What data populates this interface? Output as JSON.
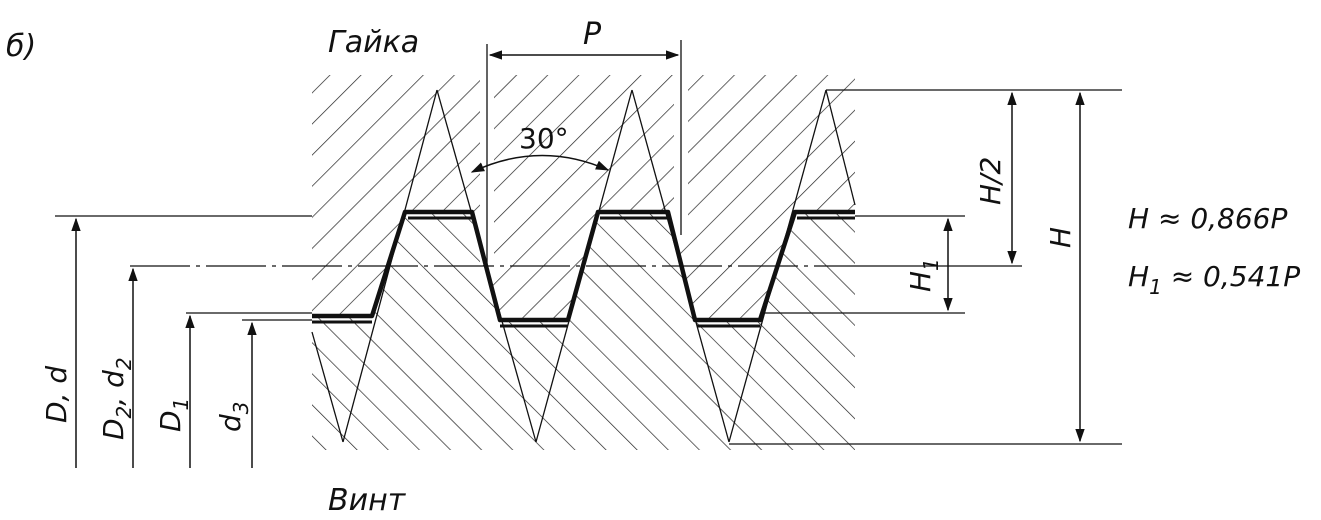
{
  "figure_label": "б)",
  "nut_label": "Гайка",
  "bolt_label": "Винт",
  "pitch_label": "P",
  "angle_label": "30°",
  "dim_half_height": "H/2",
  "dim_height": "H",
  "dim_h1": {
    "main": "H",
    "sub": "1"
  },
  "diameters": [
    {
      "main": "D, d",
      "parts": []
    },
    {
      "main": "D",
      "sub": "2",
      "rest": ", d",
      "sub2": "2"
    },
    {
      "main": "D",
      "sub": "1"
    },
    {
      "main": "d",
      "sub": "3"
    }
  ],
  "formula_h": "H ≈ 0,866P",
  "formula_h1": {
    "pre": "H",
    "sub": "1",
    "post": " ≈ 0,541P"
  },
  "colors": {
    "line": "#111111",
    "background": "#ffffff"
  }
}
